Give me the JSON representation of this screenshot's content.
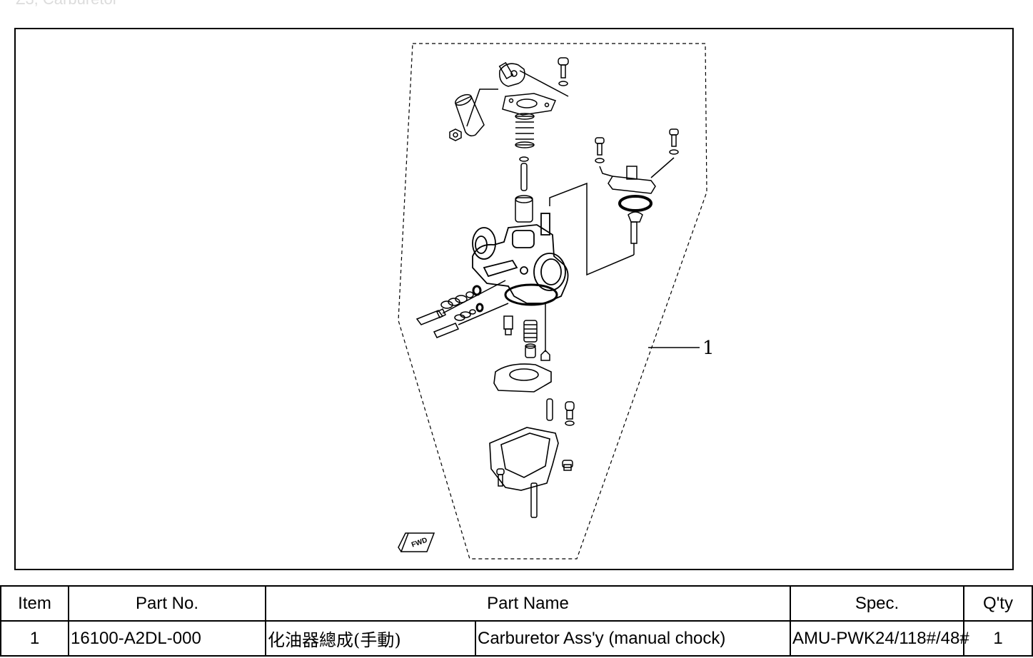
{
  "page": {
    "title": "Z3, Carburetor"
  },
  "diagram": {
    "callout": "1",
    "direction_badge": "FWD"
  },
  "table": {
    "headers": {
      "item": "Item",
      "part_no": "Part No.",
      "part_name": "Part Name",
      "spec": "Spec.",
      "qty": "Q'ty"
    },
    "rows": [
      {
        "item": "1",
        "part_no": "16100-A2DL-000",
        "name_zh": "化油器總成(手動)",
        "name_en": "Carburetor Ass'y (manual chock)",
        "spec": "AMU-PWK24/118#/48#",
        "qty": "1"
      }
    ]
  }
}
